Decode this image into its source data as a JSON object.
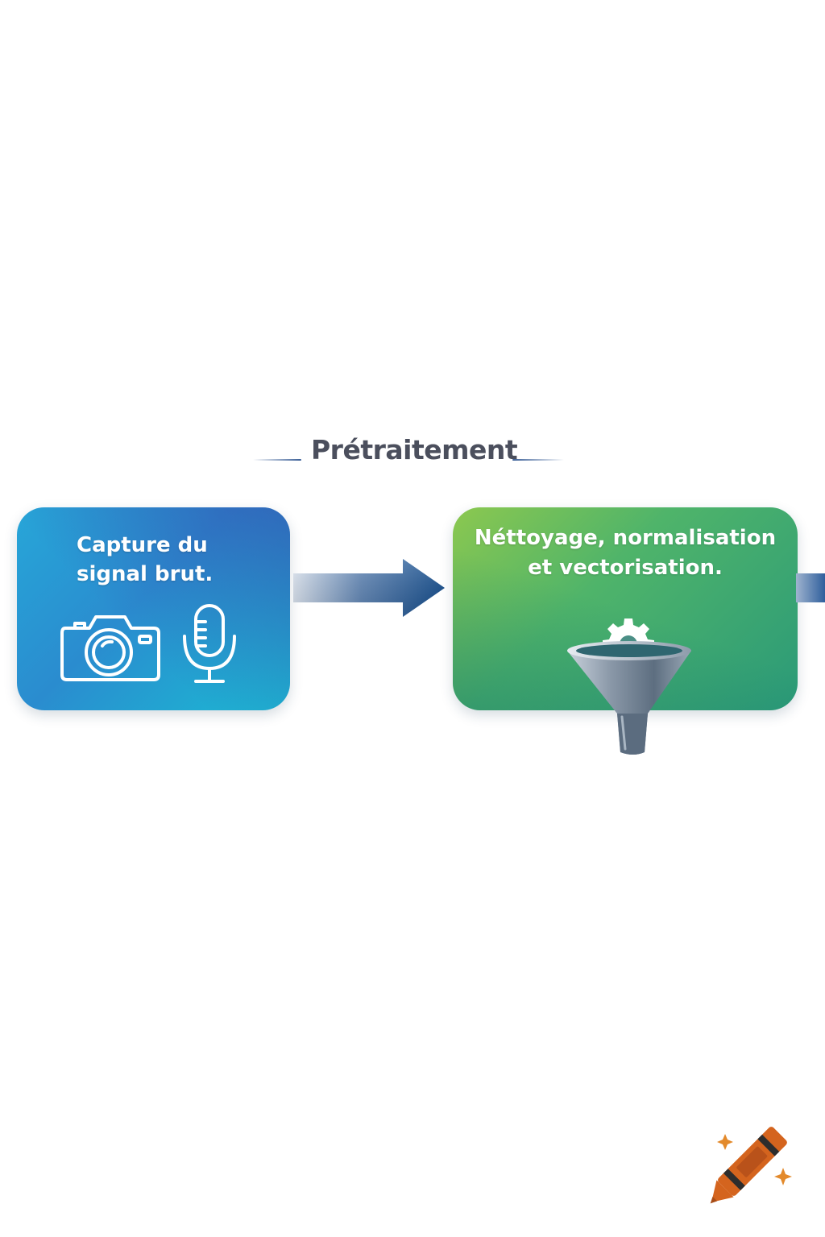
{
  "section": {
    "title": "Prétraitement"
  },
  "steps": [
    {
      "label": "Capture du signal brut.",
      "color_start": "#27a6d8",
      "color_end": "#3d54a8",
      "icons": [
        "camera-icon",
        "microphone-icon"
      ]
    },
    {
      "label": "Néttoyage, normalisation et vectorisation.",
      "color_start": "#8cc84f",
      "color_end": "#2b9a78",
      "icons": [
        "funnel-icon",
        "gear-icon"
      ]
    }
  ],
  "connectors": {
    "arrow_color": "#0f4a8c"
  },
  "decorations": {
    "corner_logo": "crayon-icon",
    "logo_color": "#d4641e"
  }
}
